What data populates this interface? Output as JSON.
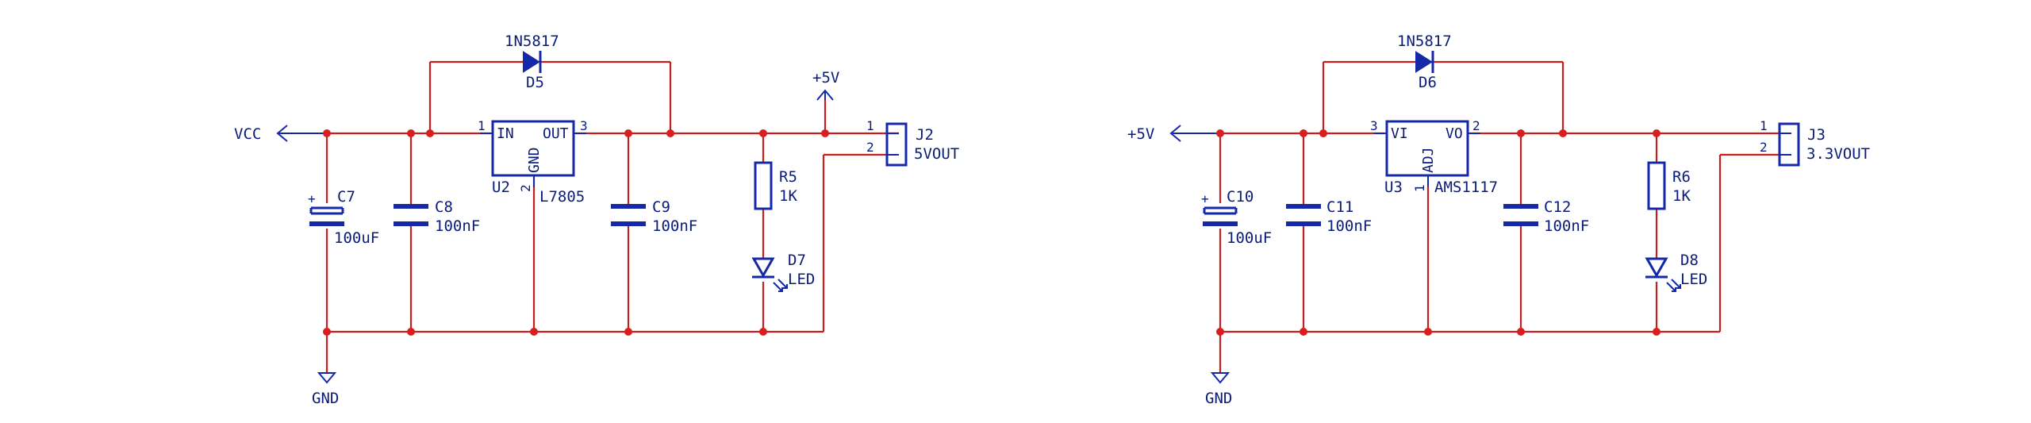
{
  "nets": {
    "vcc": "VCC",
    "gnd": "GND",
    "v5": "+5V",
    "v5b": "+5V",
    "gnd2": "GND"
  },
  "left": {
    "diode_ref": "D5",
    "diode_val": "1N5817",
    "reg_ref": "U2",
    "reg_val": "L7805",
    "reg_in": "IN",
    "reg_out": "OUT",
    "reg_gnd": "GND",
    "pin_in": "1",
    "pin_out": "3",
    "pin_gnd": "2",
    "c1_ref": "C7",
    "c1_val": "100uF",
    "c2_ref": "C8",
    "c2_val": "100nF",
    "c3_ref": "C9",
    "c3_val": "100nF",
    "r_ref": "R5",
    "r_val": "1K",
    "led_ref": "D7",
    "led_val": "LED",
    "conn_ref": "J2",
    "conn_val": "5VOUT",
    "conn_p1": "1",
    "conn_p2": "2"
  },
  "right": {
    "diode_ref": "D6",
    "diode_val": "1N5817",
    "reg_ref": "U3",
    "reg_val": "AMS1117",
    "reg_in": "VI",
    "reg_out": "VO",
    "reg_adj": "ADJ",
    "pin_in": "3",
    "pin_out": "2",
    "pin_adj": "1",
    "c1_ref": "C10",
    "c1_val": "100uF",
    "c2_ref": "C11",
    "c2_val": "100nF",
    "c3_ref": "C12",
    "c3_val": "100nF",
    "r_ref": "R6",
    "r_val": "1K",
    "led_ref": "D8",
    "led_val": "LED",
    "conn_ref": "J3",
    "conn_val": "3.3VOUT",
    "conn_p1": "1",
    "conn_p2": "2"
  },
  "polarity_mark": "+"
}
